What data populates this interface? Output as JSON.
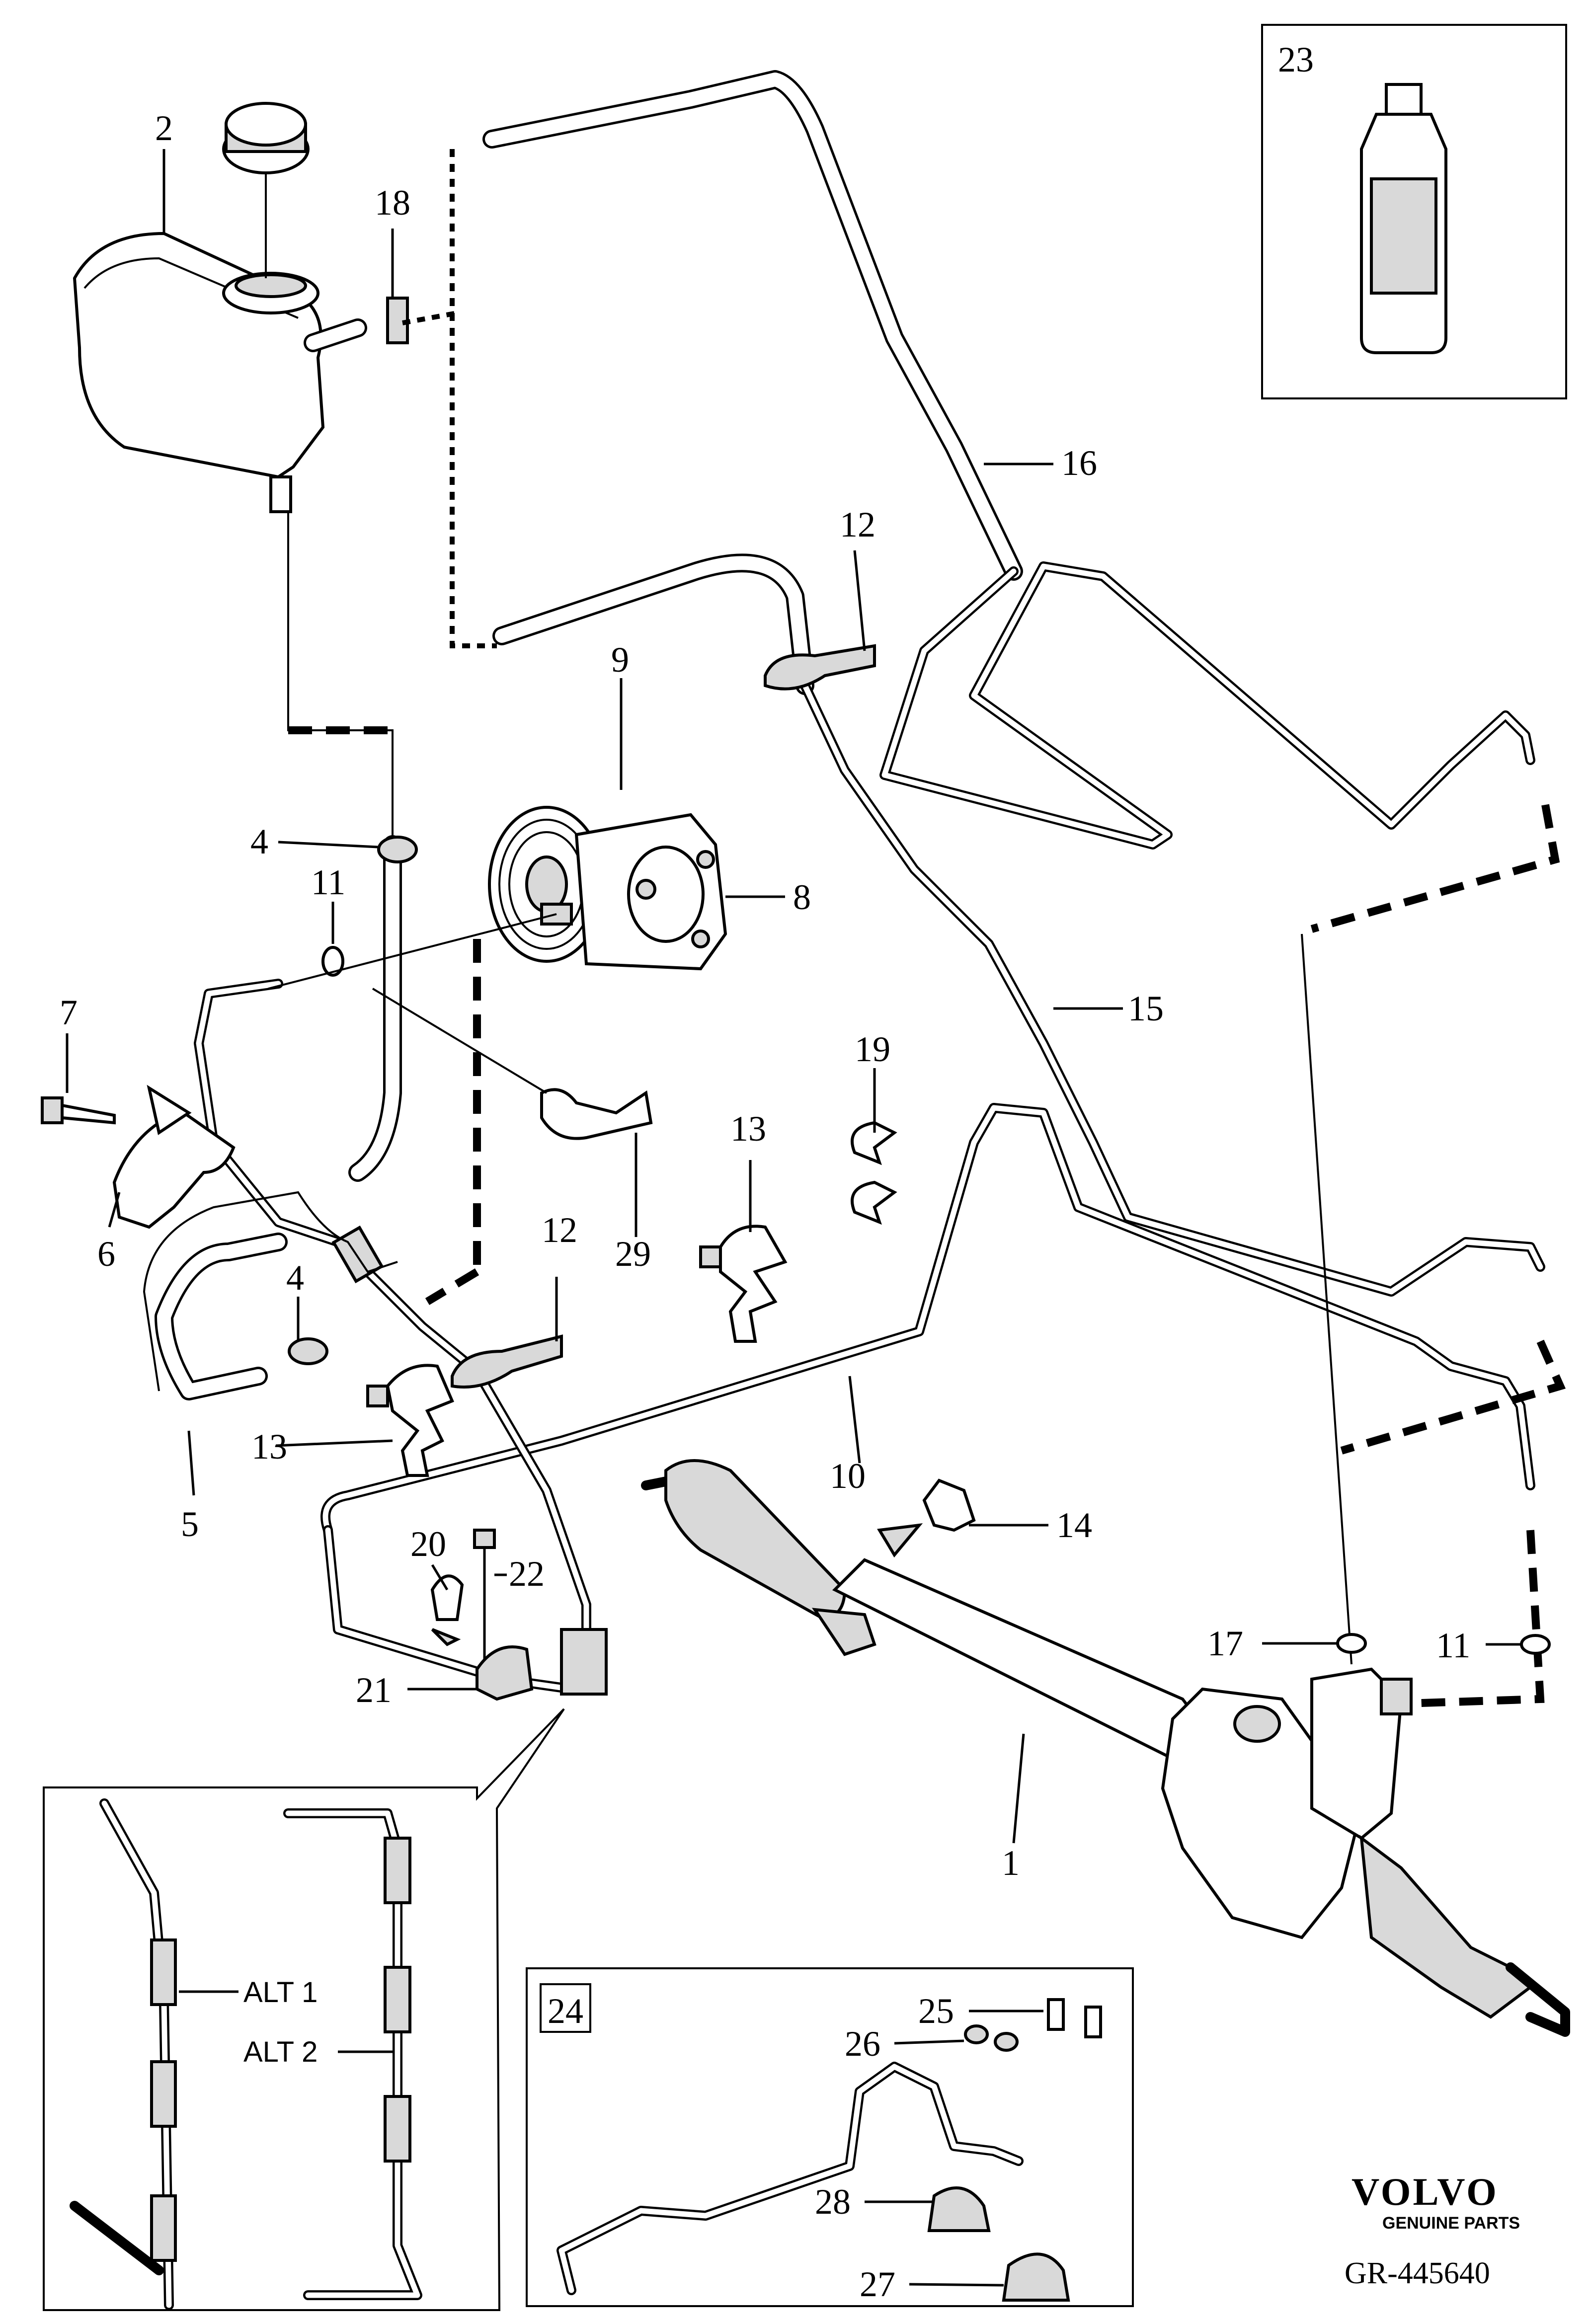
{
  "labels": {
    "l1": "1",
    "l2": "2",
    "l4a": "4",
    "l4b": "4",
    "l5": "5",
    "l6": "6",
    "l7": "7",
    "l8": "8",
    "l9": "9",
    "l10": "10",
    "l11a": "11",
    "l11b": "11",
    "l12a": "12",
    "l12b": "12",
    "l13a": "13",
    "l13b": "13",
    "l14": "14",
    "l15": "15",
    "l16": "16",
    "l17": "17",
    "l18": "18",
    "l19": "19",
    "l20": "20",
    "l21": "21",
    "l22": "22",
    "l23": "23",
    "l24": "24",
    "l25": "25",
    "l26": "26",
    "l27": "27",
    "l28": "28",
    "l29": "29"
  },
  "inset_alt": {
    "alt1": "ALT 1",
    "alt2": "ALT 2"
  },
  "brand": {
    "name": "VOLVO",
    "tagline": "GENUINE PARTS"
  },
  "reference": "GR-445640"
}
